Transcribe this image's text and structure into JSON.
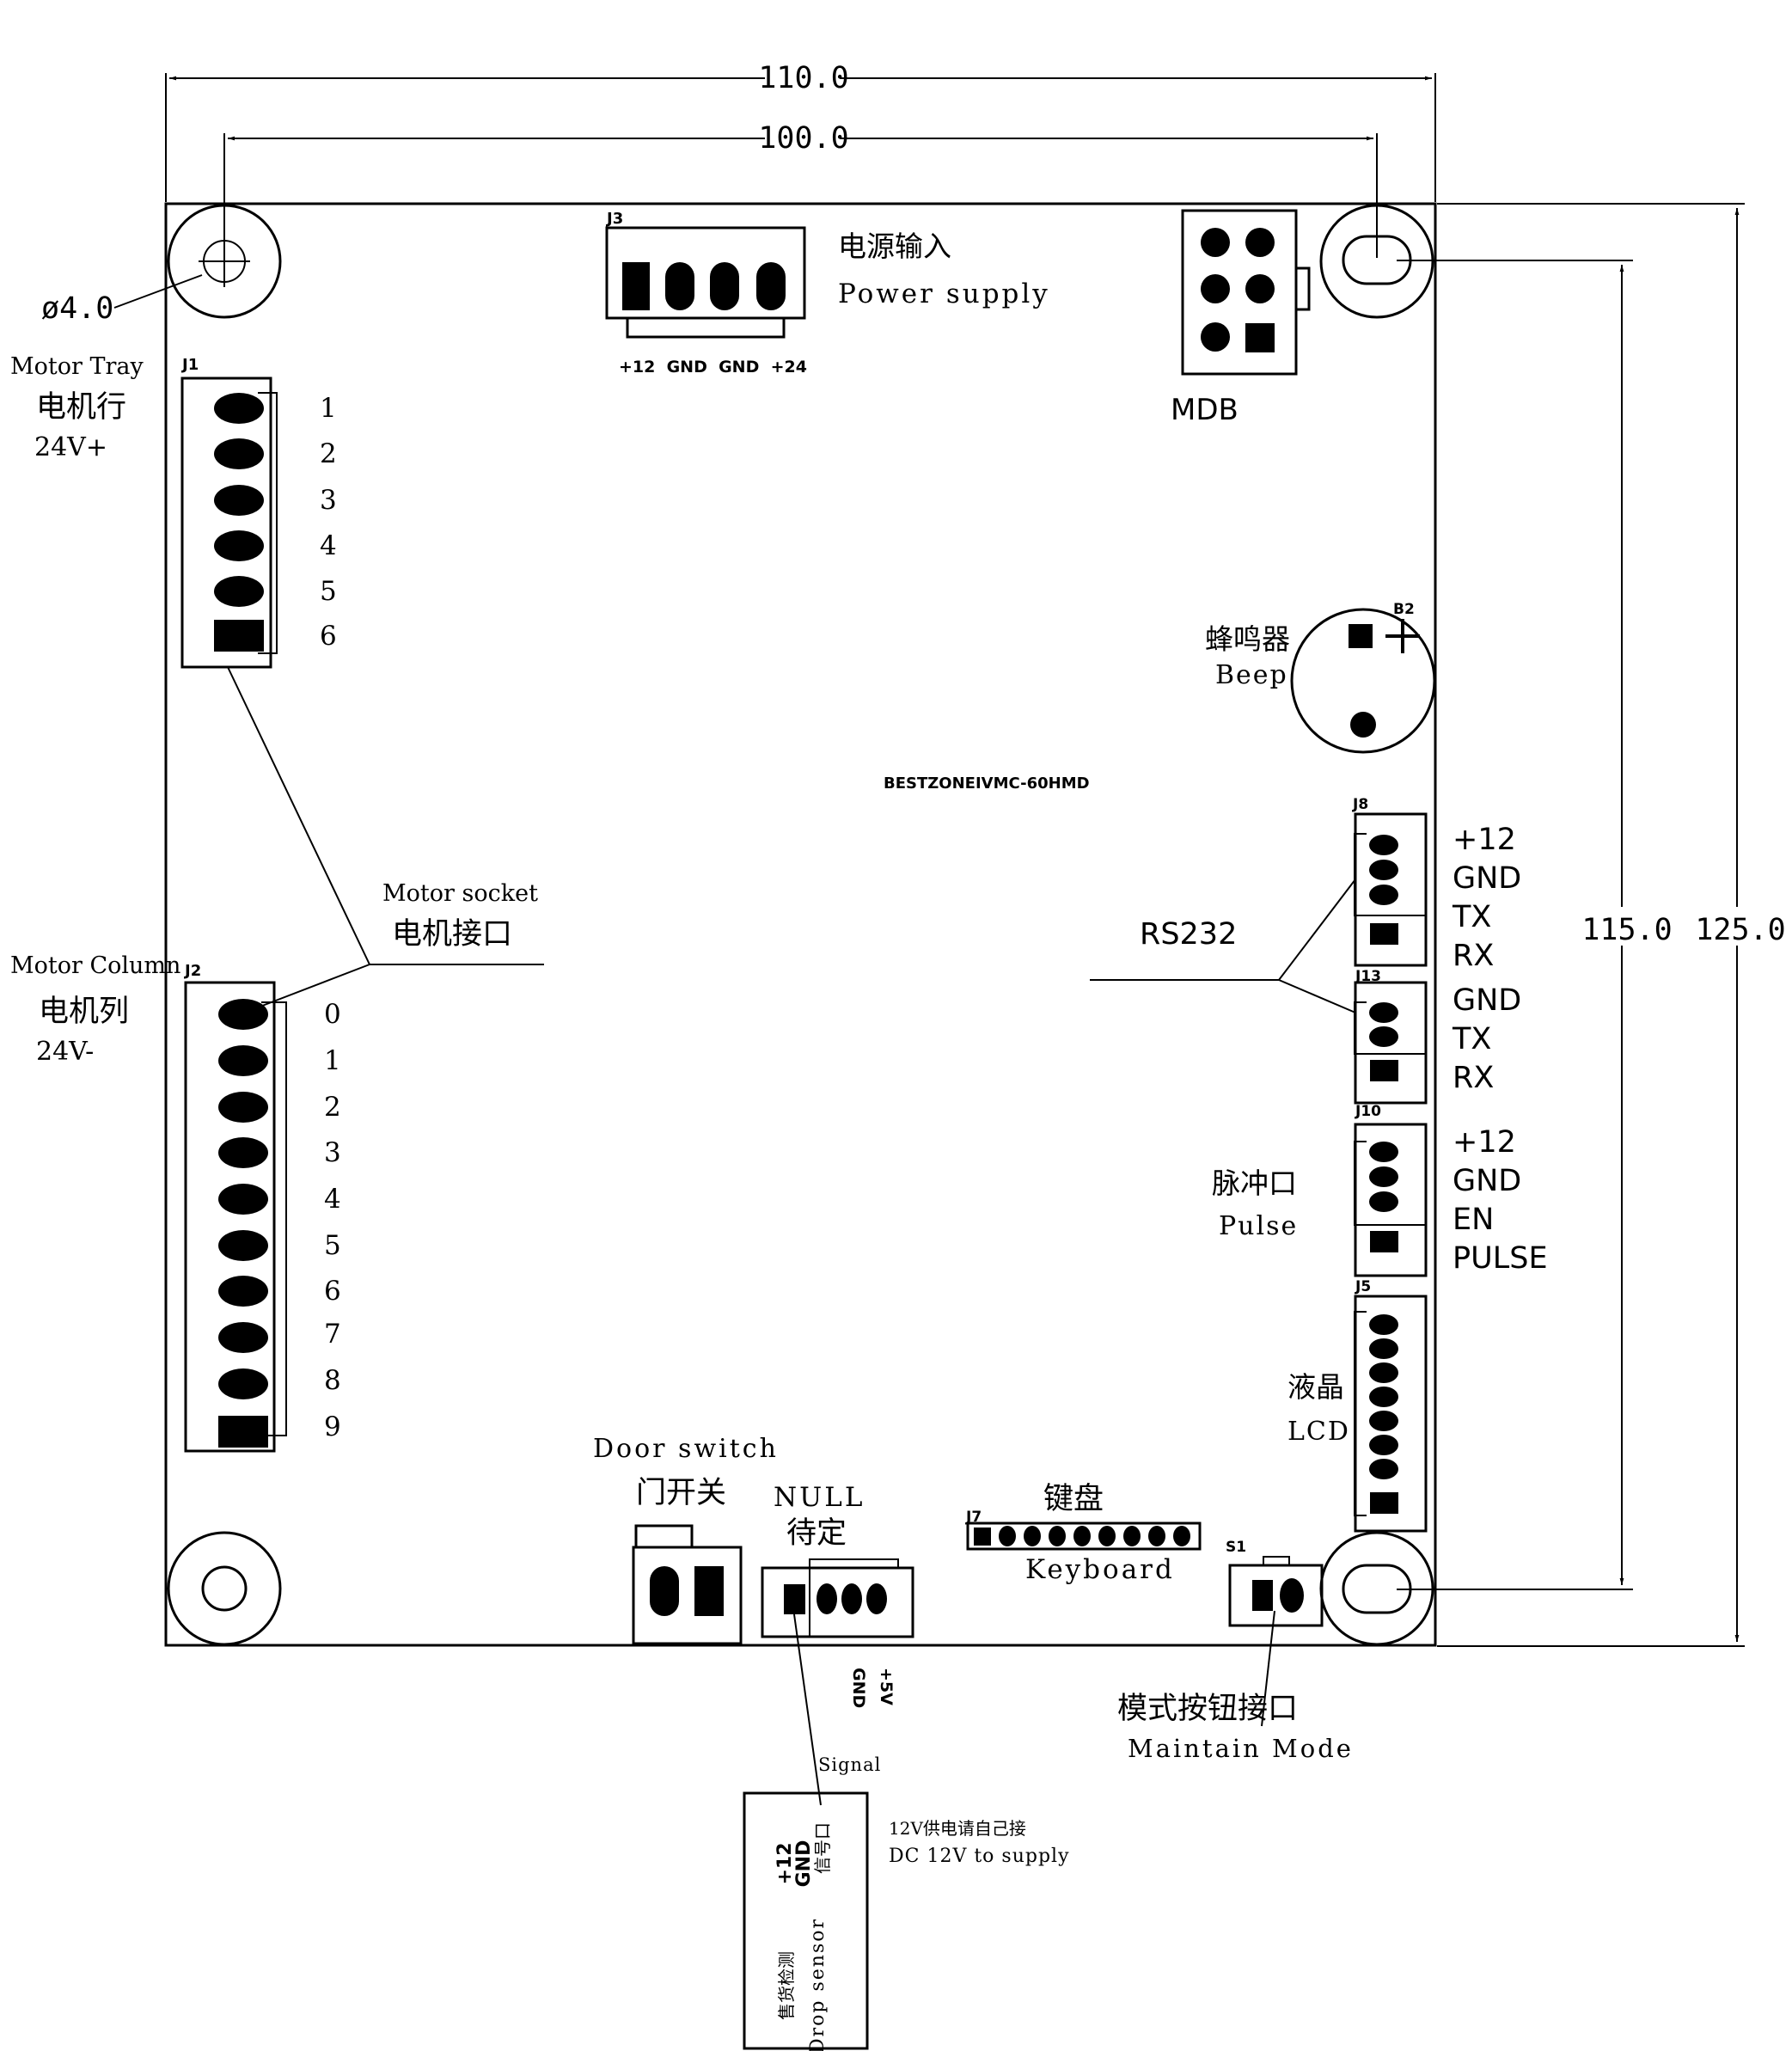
{
  "dimensions": {
    "overall_width": "110.0",
    "hole_spacing_x": "100.0",
    "hole_spacing_y": "115.0",
    "overall_height": "125.0",
    "hole_diameter": "ø4.0"
  },
  "board_name": "BESTZONEIVMC-60HMD",
  "j3": {
    "ref": "J3",
    "title_cn": "电源输入",
    "title_en": "Power supply",
    "pins": "+12  GND  GND  +24"
  },
  "mdb": {
    "label": "MDB"
  },
  "j1": {
    "ref": "J1",
    "title_en": "Motor Tray",
    "title_cn": "电机行",
    "voltage": "24V+",
    "pins": [
      "1",
      "2",
      "3",
      "4",
      "5",
      "6"
    ]
  },
  "j2": {
    "ref": "J2",
    "title_en": "Motor Column",
    "title_cn": "电机列",
    "voltage": "24V-",
    "pins": [
      "0",
      "1",
      "2",
      "3",
      "4",
      "5",
      "6",
      "7",
      "8",
      "9"
    ]
  },
  "motor_socket": {
    "en": "Motor socket",
    "cn": "电机接口"
  },
  "buzzer": {
    "ref": "B2",
    "cn": "蜂鸣器",
    "en": "Beep"
  },
  "rs232": {
    "label": "RS232"
  },
  "j8": {
    "ref": "J8",
    "pins": [
      "+12",
      "GND",
      "TX",
      "RX"
    ]
  },
  "j13": {
    "ref": "J13",
    "pins": [
      "GND",
      "TX",
      "RX"
    ]
  },
  "j10": {
    "ref": "J10",
    "cn": "脉冲口",
    "en": "Pulse",
    "pins": [
      "+12",
      "GND",
      "EN",
      "PULSE"
    ]
  },
  "j5": {
    "ref": "J5",
    "cn": "液晶",
    "en": "LCD"
  },
  "door": {
    "en": "Door switch",
    "cn": "门开关"
  },
  "null_conn": {
    "en": "NULL",
    "cn": "待定",
    "gnd": "GND",
    "v5": "+5V"
  },
  "keyboard": {
    "ref": "J7",
    "cn": "键盘",
    "en": "Keyboard"
  },
  "s1": {
    "ref": "S1",
    "cn": "模式按钮接口",
    "en": "Maintain Mode"
  },
  "sensor": {
    "signal": "Signal",
    "supply_cn": "12V供电请自己接",
    "supply_en": "DC 12V to supply",
    "p12": "+12",
    "gnd": "GND",
    "sig_cn": "信号口",
    "name_cn": "售货检测",
    "name_en": "Drop sensor"
  }
}
